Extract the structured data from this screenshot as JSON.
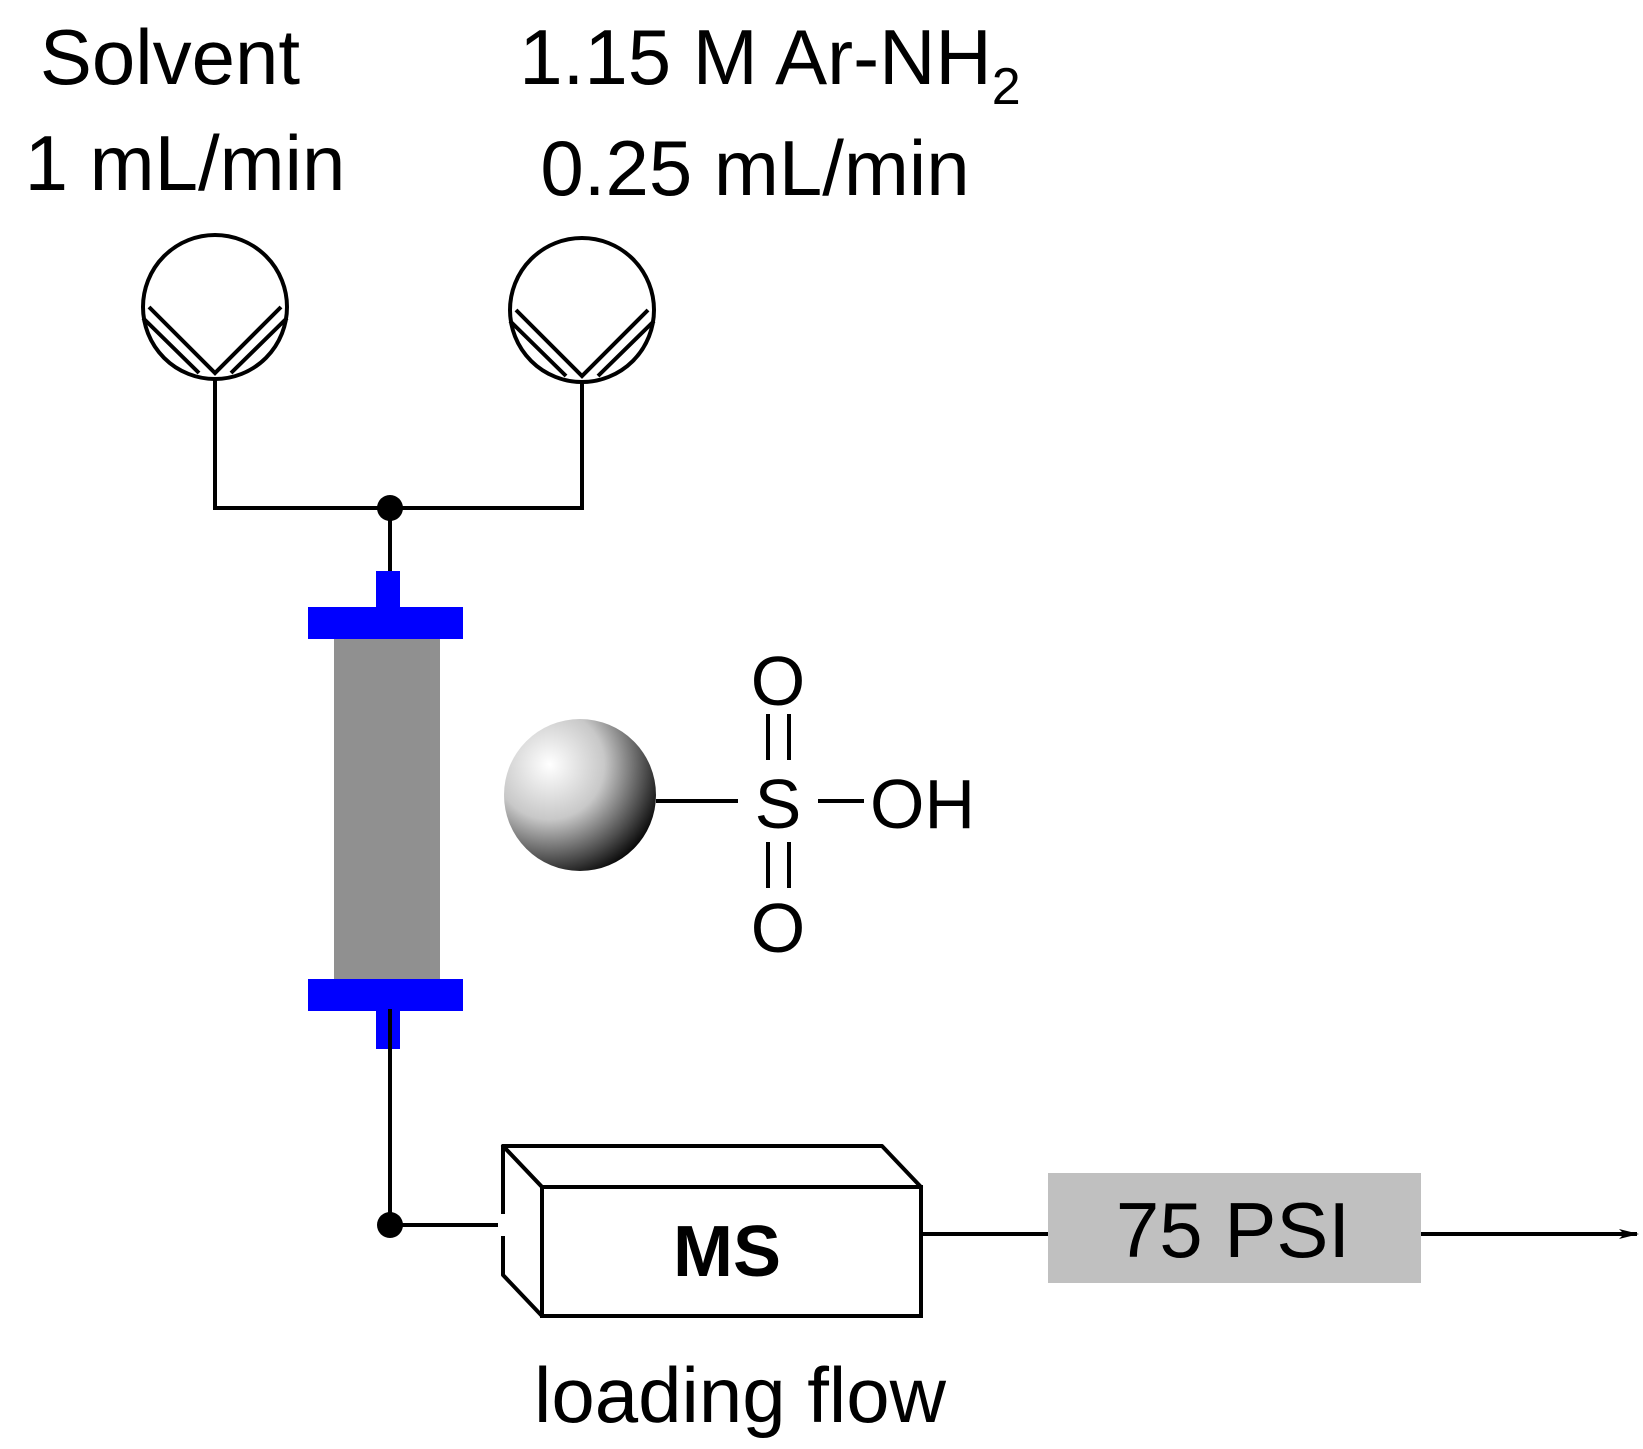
{
  "solvent_pump": {
    "name": "Solvent",
    "flow_rate": "1 mL/min"
  },
  "reagent_pump": {
    "name_main": "1.15 M Ar-NH",
    "name_subscript": "2",
    "flow_rate": "0.25 mL/min"
  },
  "resin": {
    "sulfur": "S",
    "oxygen_top": "O",
    "oxygen_bottom": "O",
    "hydroxyl": "OH"
  },
  "detector": {
    "label": "MS"
  },
  "back_pressure_regulator": {
    "label": "75 PSI"
  },
  "caption": "loading flow",
  "colors": {
    "column_cap": "#0000ff",
    "column_body": "#909090",
    "regulator_fill": "#c0c0c0",
    "line": "#000000"
  }
}
